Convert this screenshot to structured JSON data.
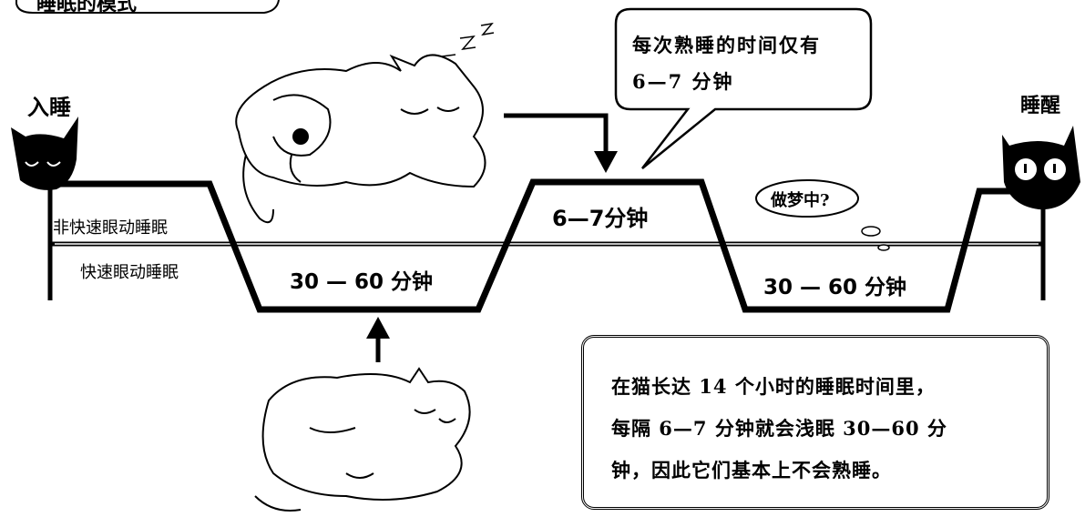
{
  "title_partial": "睡眠的模式",
  "labels": {
    "sleep_start": "入睡",
    "wake_up": "睡醒",
    "non_rem": "非快速眼动睡眠",
    "rem": "快速眼动睡眠",
    "stage_deep": "6—7分钟",
    "stage_light_1": "30 — 60 分钟",
    "stage_light_2": "30 — 60 分钟",
    "dreaming": "做梦中?"
  },
  "bubble": {
    "line1": "每次熟睡的时间仅有",
    "line2": "6—7 分钟"
  },
  "note": {
    "line1": "在猫长达 14 个小时的睡眠时间里，",
    "line2": "每隔 6—7 分钟就会浅眠 30—60 分",
    "line3": "钟，因此它们基本上不会熟睡。"
  },
  "colors": {
    "ink": "#000000",
    "paper": "#ffffff"
  },
  "icons": [
    "black-cat-sleeping-icon",
    "black-cat-awake-icon",
    "sleeping-cat-illustration",
    "lying-cat-illustration"
  ]
}
